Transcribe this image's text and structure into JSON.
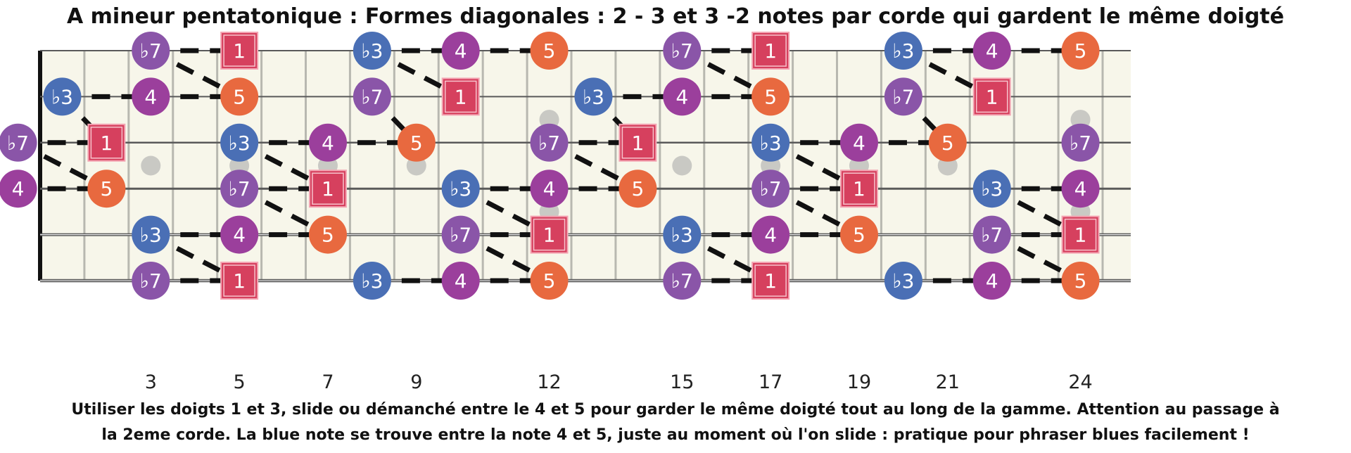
{
  "title": "A mineur pentatonique : Formes diagonales : 2 - 3 et 3 -2 notes par corde qui gardent le même doigté",
  "caption_line1": "Utiliser les doigts 1 et 3, slide ou démanché entre le 4 et 5 pour garder le même doigté tout au long de la gamme. Attention au passage à",
  "caption_line2": "la 2eme corde. La blue note se trouve entre la note 4 et 5, juste au moment où l'on slide : pratique pour phraser blues facilement !",
  "fret_numbers": [
    {
      "fret": 3,
      "label": "3"
    },
    {
      "fret": 5,
      "label": "5"
    },
    {
      "fret": 7,
      "label": "7"
    },
    {
      "fret": 9,
      "label": "9"
    },
    {
      "fret": 12,
      "label": "12"
    },
    {
      "fret": 15,
      "label": "15"
    },
    {
      "fret": 17,
      "label": "17"
    },
    {
      "fret": 19,
      "label": "19"
    },
    {
      "fret": 21,
      "label": "21"
    },
    {
      "fret": 24,
      "label": "24"
    }
  ],
  "colors": {
    "b3": "#4a6fb5",
    "4": "#9b3f9c",
    "5": "#e8693f",
    "b7": "#8a55a8",
    "1": "#d6405e",
    "board": "#f7f6ea",
    "line": "#111111"
  },
  "notes": [
    {
      "string": 1,
      "fret": 2.5,
      "label": "♭7",
      "type": "b7"
    },
    {
      "string": 1,
      "fret": 4.5,
      "label": "1",
      "type": "1"
    },
    {
      "string": 1,
      "fret": 7.5,
      "label": "♭3",
      "type": "b3"
    },
    {
      "string": 1,
      "fret": 9.5,
      "label": "4",
      "type": "4"
    },
    {
      "string": 1,
      "fret": 11.5,
      "label": "5",
      "type": "5"
    },
    {
      "string": 1,
      "fret": 14.5,
      "label": "♭7",
      "type": "b7"
    },
    {
      "string": 1,
      "fret": 16.5,
      "label": "1",
      "type": "1"
    },
    {
      "string": 1,
      "fret": 19.5,
      "label": "♭3",
      "type": "b3"
    },
    {
      "string": 1,
      "fret": 21.5,
      "label": "4",
      "type": "4"
    },
    {
      "string": 1,
      "fret": 23.5,
      "label": "5",
      "type": "5"
    },
    {
      "string": 2,
      "fret": 0.5,
      "label": "♭3",
      "type": "b3"
    },
    {
      "string": 2,
      "fret": 2.5,
      "label": "4",
      "type": "4"
    },
    {
      "string": 2,
      "fret": 4.5,
      "label": "5",
      "type": "5"
    },
    {
      "string": 2,
      "fret": 7.5,
      "label": "♭7",
      "type": "b7"
    },
    {
      "string": 2,
      "fret": 9.5,
      "label": "1",
      "type": "1"
    },
    {
      "string": 2,
      "fret": 12.5,
      "label": "♭3",
      "type": "b3"
    },
    {
      "string": 2,
      "fret": 14.5,
      "label": "4",
      "type": "4"
    },
    {
      "string": 2,
      "fret": 16.5,
      "label": "5",
      "type": "5"
    },
    {
      "string": 2,
      "fret": 19.5,
      "label": "♭7",
      "type": "b7"
    },
    {
      "string": 2,
      "fret": 21.5,
      "label": "1",
      "type": "1"
    },
    {
      "string": 3,
      "fret": -0.5,
      "label": "♭7",
      "type": "b7"
    },
    {
      "string": 3,
      "fret": 1.5,
      "label": "1",
      "type": "1"
    },
    {
      "string": 3,
      "fret": 4.5,
      "label": "♭3",
      "type": "b3"
    },
    {
      "string": 3,
      "fret": 6.5,
      "label": "4",
      "type": "4"
    },
    {
      "string": 3,
      "fret": 8.5,
      "label": "5",
      "type": "5"
    },
    {
      "string": 3,
      "fret": 11.5,
      "label": "♭7",
      "type": "b7"
    },
    {
      "string": 3,
      "fret": 13.5,
      "label": "1",
      "type": "1"
    },
    {
      "string": 3,
      "fret": 16.5,
      "label": "♭3",
      "type": "b3"
    },
    {
      "string": 3,
      "fret": 18.5,
      "label": "4",
      "type": "4"
    },
    {
      "string": 3,
      "fret": 20.5,
      "label": "5",
      "type": "5"
    },
    {
      "string": 3,
      "fret": 23.5,
      "label": "♭7",
      "type": "b7"
    },
    {
      "string": 4,
      "fret": -0.5,
      "label": "4",
      "type": "4"
    },
    {
      "string": 4,
      "fret": 1.5,
      "label": "5",
      "type": "5"
    },
    {
      "string": 4,
      "fret": 4.5,
      "label": "♭7",
      "type": "b7"
    },
    {
      "string": 4,
      "fret": 6.5,
      "label": "1",
      "type": "1"
    },
    {
      "string": 4,
      "fret": 9.5,
      "label": "♭3",
      "type": "b3"
    },
    {
      "string": 4,
      "fret": 11.5,
      "label": "4",
      "type": "4"
    },
    {
      "string": 4,
      "fret": 13.5,
      "label": "5",
      "type": "5"
    },
    {
      "string": 4,
      "fret": 16.5,
      "label": "♭7",
      "type": "b7"
    },
    {
      "string": 4,
      "fret": 18.5,
      "label": "1",
      "type": "1"
    },
    {
      "string": 4,
      "fret": 21.5,
      "label": "♭3",
      "type": "b3"
    },
    {
      "string": 4,
      "fret": 23.5,
      "label": "4",
      "type": "4"
    },
    {
      "string": 5,
      "fret": 2.5,
      "label": "♭3",
      "type": "b3"
    },
    {
      "string": 5,
      "fret": 4.5,
      "label": "4",
      "type": "4"
    },
    {
      "string": 5,
      "fret": 6.5,
      "label": "5",
      "type": "5"
    },
    {
      "string": 5,
      "fret": 9.5,
      "label": "♭7",
      "type": "b7"
    },
    {
      "string": 5,
      "fret": 11.5,
      "label": "1",
      "type": "1"
    },
    {
      "string": 5,
      "fret": 14.5,
      "label": "♭3",
      "type": "b3"
    },
    {
      "string": 5,
      "fret": 16.5,
      "label": "4",
      "type": "4"
    },
    {
      "string": 5,
      "fret": 18.5,
      "label": "5",
      "type": "5"
    },
    {
      "string": 5,
      "fret": 21.5,
      "label": "♭7",
      "type": "b7"
    },
    {
      "string": 5,
      "fret": 23.5,
      "label": "1",
      "type": "1"
    },
    {
      "string": 6,
      "fret": 2.5,
      "label": "♭7",
      "type": "b7"
    },
    {
      "string": 6,
      "fret": 4.5,
      "label": "1",
      "type": "1"
    },
    {
      "string": 6,
      "fret": 7.5,
      "label": "♭3",
      "type": "b3"
    },
    {
      "string": 6,
      "fret": 9.5,
      "label": "4",
      "type": "4"
    },
    {
      "string": 6,
      "fret": 11.5,
      "label": "5",
      "type": "5"
    },
    {
      "string": 6,
      "fret": 14.5,
      "label": "♭7",
      "type": "b7"
    },
    {
      "string": 6,
      "fret": 16.5,
      "label": "1",
      "type": "1"
    },
    {
      "string": 6,
      "fret": 19.5,
      "label": "♭3",
      "type": "b3"
    },
    {
      "string": 6,
      "fret": 21.5,
      "label": "4",
      "type": "4"
    },
    {
      "string": 6,
      "fret": 23.5,
      "label": "5",
      "type": "5"
    }
  ],
  "connections": [
    {
      "s1": 1,
      "f1": 2.5,
      "s2": 1,
      "f2": 4.5
    },
    {
      "s1": 1,
      "f1": 7.5,
      "s2": 1,
      "f2": 9.5
    },
    {
      "s1": 1,
      "f1": 9.5,
      "s2": 1,
      "f2": 11.5
    },
    {
      "s1": 1,
      "f1": 14.5,
      "s2": 1,
      "f2": 16.5
    },
    {
      "s1": 1,
      "f1": 19.5,
      "s2": 1,
      "f2": 21.5
    },
    {
      "s1": 1,
      "f1": 21.5,
      "s2": 1,
      "f2": 23.5
    },
    {
      "s1": 2,
      "f1": 0.5,
      "s2": 2,
      "f2": 2.5
    },
    {
      "s1": 2,
      "f1": 2.5,
      "s2": 2,
      "f2": 4.5
    },
    {
      "s1": 2,
      "f1": 12.5,
      "s2": 2,
      "f2": 14.5
    },
    {
      "s1": 2,
      "f1": 14.5,
      "s2": 2,
      "f2": 16.5
    },
    {
      "s1": 3,
      "f1": -0.5,
      "s2": 3,
      "f2": 1.5
    },
    {
      "s1": 3,
      "f1": 4.5,
      "s2": 3,
      "f2": 6.5
    },
    {
      "s1": 3,
      "f1": 6.5,
      "s2": 3,
      "f2": 8.5
    },
    {
      "s1": 3,
      "f1": 11.5,
      "s2": 3,
      "f2": 13.5
    },
    {
      "s1": 3,
      "f1": 16.5,
      "s2": 3,
      "f2": 18.5
    },
    {
      "s1": 3,
      "f1": 18.5,
      "s2": 3,
      "f2": 20.5
    },
    {
      "s1": 4,
      "f1": -0.5,
      "s2": 4,
      "f2": 1.5
    },
    {
      "s1": 4,
      "f1": 4.5,
      "s2": 4,
      "f2": 6.5
    },
    {
      "s1": 4,
      "f1": 9.5,
      "s2": 4,
      "f2": 11.5
    },
    {
      "s1": 4,
      "f1": 11.5,
      "s2": 4,
      "f2": 13.5
    },
    {
      "s1": 4,
      "f1": 16.5,
      "s2": 4,
      "f2": 18.5
    },
    {
      "s1": 4,
      "f1": 21.5,
      "s2": 4,
      "f2": 23.5
    },
    {
      "s1": 5,
      "f1": 2.5,
      "s2": 5,
      "f2": 4.5
    },
    {
      "s1": 5,
      "f1": 4.5,
      "s2": 5,
      "f2": 6.5
    },
    {
      "s1": 5,
      "f1": 9.5,
      "s2": 5,
      "f2": 11.5
    },
    {
      "s1": 5,
      "f1": 14.5,
      "s2": 5,
      "f2": 16.5
    },
    {
      "s1": 5,
      "f1": 16.5,
      "s2": 5,
      "f2": 18.5
    },
    {
      "s1": 5,
      "f1": 21.5,
      "s2": 5,
      "f2": 23.5
    },
    {
      "s1": 6,
      "f1": 2.5,
      "s2": 6,
      "f2": 4.5
    },
    {
      "s1": 6,
      "f1": 7.5,
      "s2": 6,
      "f2": 9.5
    },
    {
      "s1": 6,
      "f1": 9.5,
      "s2": 6,
      "f2": 11.5
    },
    {
      "s1": 6,
      "f1": 14.5,
      "s2": 6,
      "f2": 16.5
    },
    {
      "s1": 6,
      "f1": 19.5,
      "s2": 6,
      "f2": 21.5
    },
    {
      "s1": 6,
      "f1": 21.5,
      "s2": 6,
      "f2": 23.5
    },
    {
      "s1": 1,
      "f1": 2.5,
      "s2": 2,
      "f2": 4.5
    },
    {
      "s1": 1,
      "f1": 7.5,
      "s2": 2,
      "f2": 9.5
    },
    {
      "s1": 1,
      "f1": 14.5,
      "s2": 2,
      "f2": 16.5
    },
    {
      "s1": 1,
      "f1": 19.5,
      "s2": 2,
      "f2": 21.5
    },
    {
      "s1": 2,
      "f1": 0.5,
      "s2": 3,
      "f2": 1.5
    },
    {
      "s1": 2,
      "f1": 7.5,
      "s2": 3,
      "f2": 8.5
    },
    {
      "s1": 2,
      "f1": 12.5,
      "s2": 3,
      "f2": 13.5
    },
    {
      "s1": 2,
      "f1": 19.5,
      "s2": 3,
      "f2": 20.5
    },
    {
      "s1": 3,
      "f1": -0.5,
      "s2": 4,
      "f2": 1.5
    },
    {
      "s1": 3,
      "f1": 4.5,
      "s2": 4,
      "f2": 6.5
    },
    {
      "s1": 3,
      "f1": 11.5,
      "s2": 4,
      "f2": 13.5
    },
    {
      "s1": 3,
      "f1": 16.5,
      "s2": 4,
      "f2": 18.5
    },
    {
      "s1": 4,
      "f1": 4.5,
      "s2": 5,
      "f2": 6.5
    },
    {
      "s1": 4,
      "f1": 9.5,
      "s2": 5,
      "f2": 11.5
    },
    {
      "s1": 4,
      "f1": 16.5,
      "s2": 5,
      "f2": 18.5
    },
    {
      "s1": 4,
      "f1": 21.5,
      "s2": 5,
      "f2": 23.5
    },
    {
      "s1": 5,
      "f1": 2.5,
      "s2": 6,
      "f2": 4.5
    },
    {
      "s1": 5,
      "f1": 9.5,
      "s2": 6,
      "f2": 11.5
    },
    {
      "s1": 5,
      "f1": 14.5,
      "s2": 6,
      "f2": 16.5
    },
    {
      "s1": 5,
      "f1": 21.5,
      "s2": 6,
      "f2": 23.5
    }
  ],
  "inlays": [
    {
      "fret": 3,
      "double": false
    },
    {
      "fret": 5,
      "double": false
    },
    {
      "fret": 7,
      "double": false
    },
    {
      "fret": 9,
      "double": false
    },
    {
      "fret": 12,
      "double": true
    },
    {
      "fret": 15,
      "double": false
    },
    {
      "fret": 17,
      "double": false
    },
    {
      "fret": 19,
      "double": false
    },
    {
      "fret": 21,
      "double": false
    },
    {
      "fret": 24,
      "double": true
    }
  ]
}
